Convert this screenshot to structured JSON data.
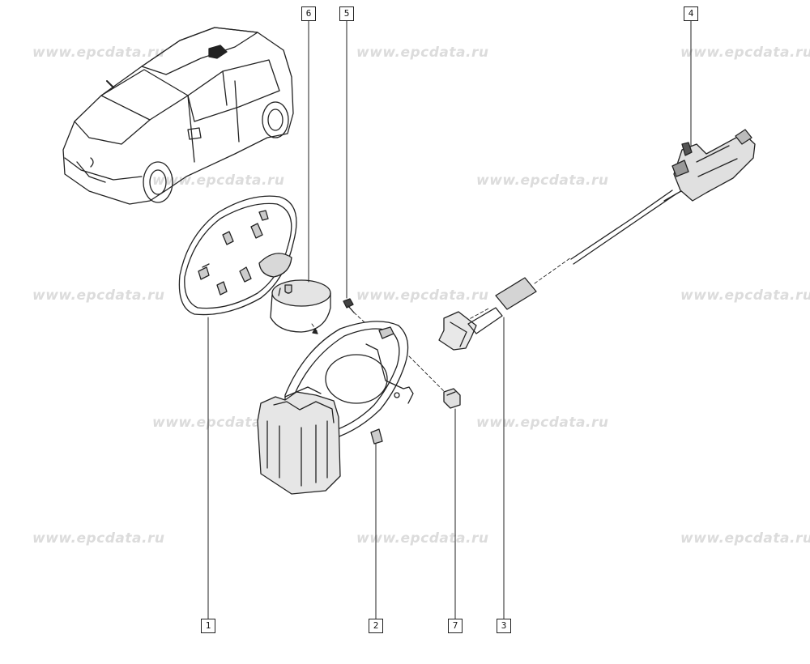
{
  "watermark": "www.epcdata.ru",
  "callouts": [
    {
      "label": "1"
    },
    {
      "label": "2"
    },
    {
      "label": "3"
    },
    {
      "label": "4"
    },
    {
      "label": "5"
    },
    {
      "label": "6"
    },
    {
      "label": "7"
    }
  ],
  "colors": {
    "line": "#222222",
    "watermark": "#dcdcdc",
    "background": "#ffffff"
  }
}
